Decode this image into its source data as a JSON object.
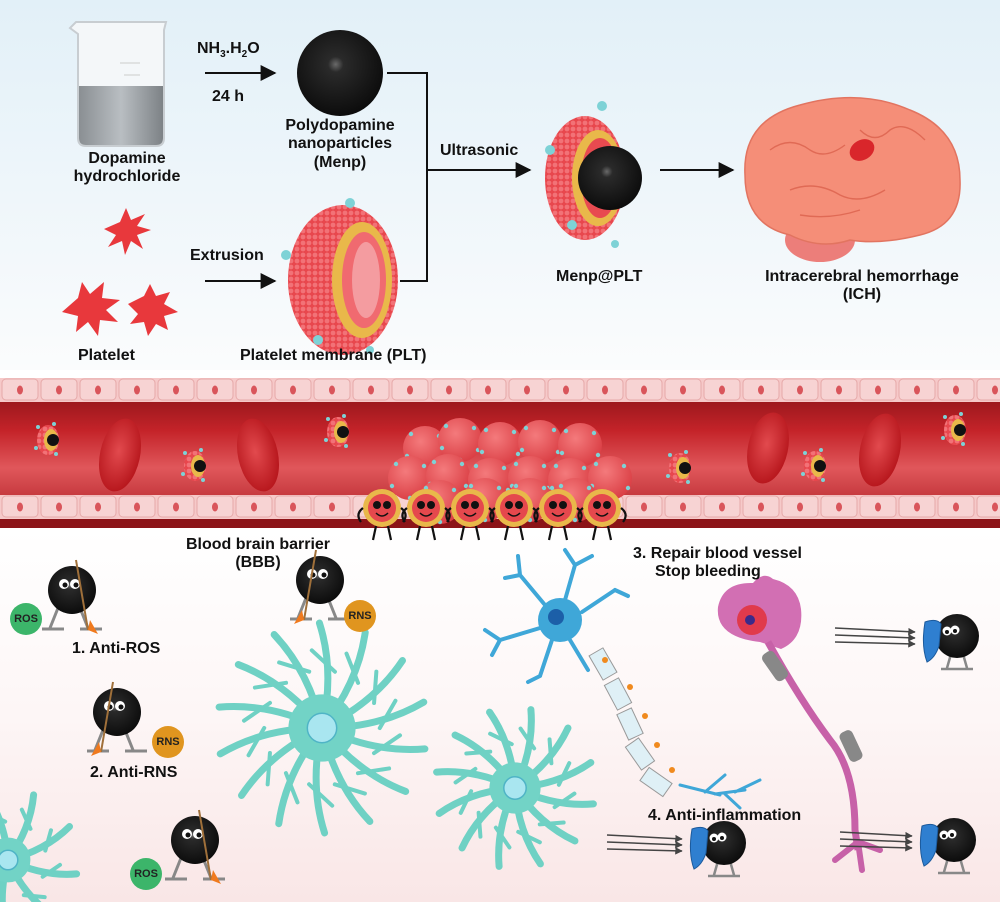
{
  "synthesis": {
    "reagent_label_line1": "Dopamine",
    "reagent_label_line2": "hydrochloride",
    "step1_condition_top": "NH3.H2O",
    "step1_condition_top_parts": [
      "NH",
      "3",
      ".H",
      "2",
      "O"
    ],
    "step1_condition_bottom": "24 h",
    "product1_line1": "Polydopamine",
    "product1_line2": "nanoparticles",
    "product1_line3": "(Menp)",
    "platelet_label": "Platelet",
    "step2_condition": "Extrusion",
    "product2_label": "Platelet membrane (PLT)",
    "combine_condition": "Ultrasonic",
    "final_product_label": "Menp@PLT",
    "target_line1": "Intracerebral hemorrhage",
    "target_line2": "(ICH)"
  },
  "vessel": {
    "bbb_line1": "Blood brain barrier",
    "bbb_line2": "(BBB)"
  },
  "effects": {
    "effect1": "1. Anti-ROS",
    "effect2": "2. Anti-RNS",
    "effect3_line1": "3. Repair blood vessel",
    "effect3_line2": "Stop bleeding",
    "effect4": "4. Anti-inflammation",
    "ros_badge": "ROS",
    "rns_badge": "RNS"
  },
  "colors": {
    "platelet_red": "#e83a3a",
    "vessel_dark": "#8c1418",
    "vessel_mid": "#c9262c",
    "endothelium": "#f6c9c9",
    "ros_green": "#3cb56a",
    "rns_orange": "#e0951f",
    "astrocyte_teal": "#6fd1c4",
    "neuron_blue": "#3fa7d8",
    "brain_salmon": "#f58e78"
  }
}
